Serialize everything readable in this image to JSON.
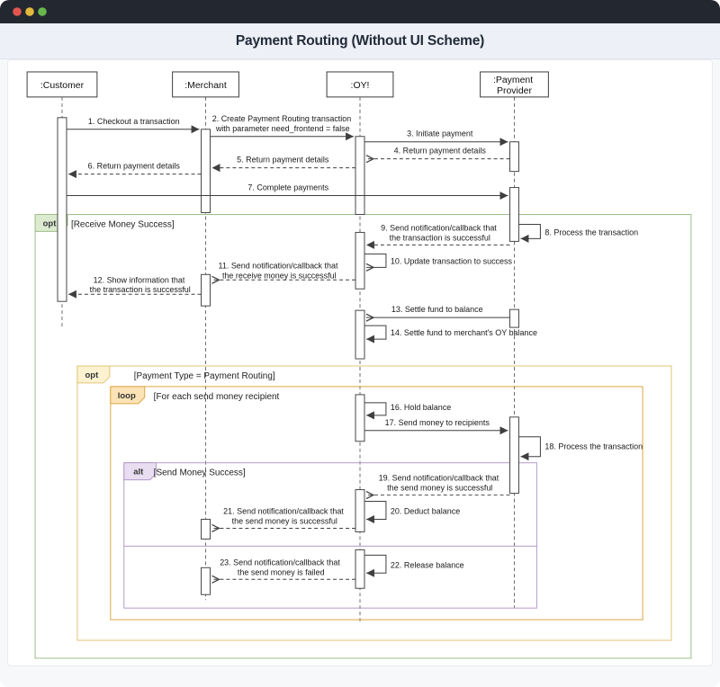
{
  "window": {
    "title": "Payment Routing (Without UI Scheme)",
    "colors": {
      "titlebar": "#23272f",
      "title_band": "#edf0f6",
      "canvas": "#ffffff"
    },
    "traffic_lights": {
      "red": "#e0564f",
      "yellow": "#e2b93b",
      "green": "#68b84c"
    }
  },
  "actors": {
    "customer": ":Customer",
    "merchant": ":Merchant",
    "oy": ":OY!",
    "payment_provider_line1": ":Payment",
    "payment_provider_line2": "Provider"
  },
  "fragments": {
    "opt_receive": {
      "operator": "opt",
      "guard": "[Receive Money Success]",
      "color": "#9fbf8a",
      "fill": "#dcead0"
    },
    "opt_payment_type": {
      "operator": "opt",
      "guard": "[Payment Type = Payment Routing]",
      "color": "#e2c477",
      "fill": "#fdf2d0"
    },
    "loop_recipients": {
      "operator": "loop",
      "guard": "[For each send money recipient",
      "color": "#dba843",
      "fill": "#fce3b6"
    },
    "alt_send_money": {
      "operator": "alt",
      "guard": "[Send Money Success]",
      "color": "#b49bc9",
      "fill": "#e9ddf1"
    }
  },
  "messages": {
    "m1": [
      "1. Checkout a transaction"
    ],
    "m2": [
      "2. Create Payment Routing transaction",
      "with parameter need_frontend = false"
    ],
    "m3": [
      "3. Initiate payment"
    ],
    "m4": [
      "4. Return payment details"
    ],
    "m5": [
      "5. Return payment details"
    ],
    "m6": [
      "6. Return payment details"
    ],
    "m7": [
      "7. Complete payments"
    ],
    "m8": [
      "8. Process the transaction"
    ],
    "m9": [
      "9. Send notification/callback that",
      "the transaction is successful"
    ],
    "m10": [
      "10. Update transaction to success"
    ],
    "m11": [
      "11. Send notification/callback that",
      "the receive money is successful"
    ],
    "m12": [
      "12. Show information that",
      "the transaction is successful"
    ],
    "m13": [
      "13. Settle fund to balance"
    ],
    "m14": [
      "14. Settle fund to merchant's OY balance"
    ],
    "m16": [
      "16. Hold balance"
    ],
    "m17": [
      "17. Send money to recipients"
    ],
    "m18": [
      "18. Process the transaction"
    ],
    "m19": [
      "19. Send notification/callback that",
      "the send money is successful"
    ],
    "m20": [
      "20. Deduct balance"
    ],
    "m21": [
      "21. Send notification/callback that",
      "the send money is successful"
    ],
    "m22": [
      "22. Release balance"
    ],
    "m23": [
      "23. Send notification/callback that",
      "the send money is failed"
    ]
  }
}
